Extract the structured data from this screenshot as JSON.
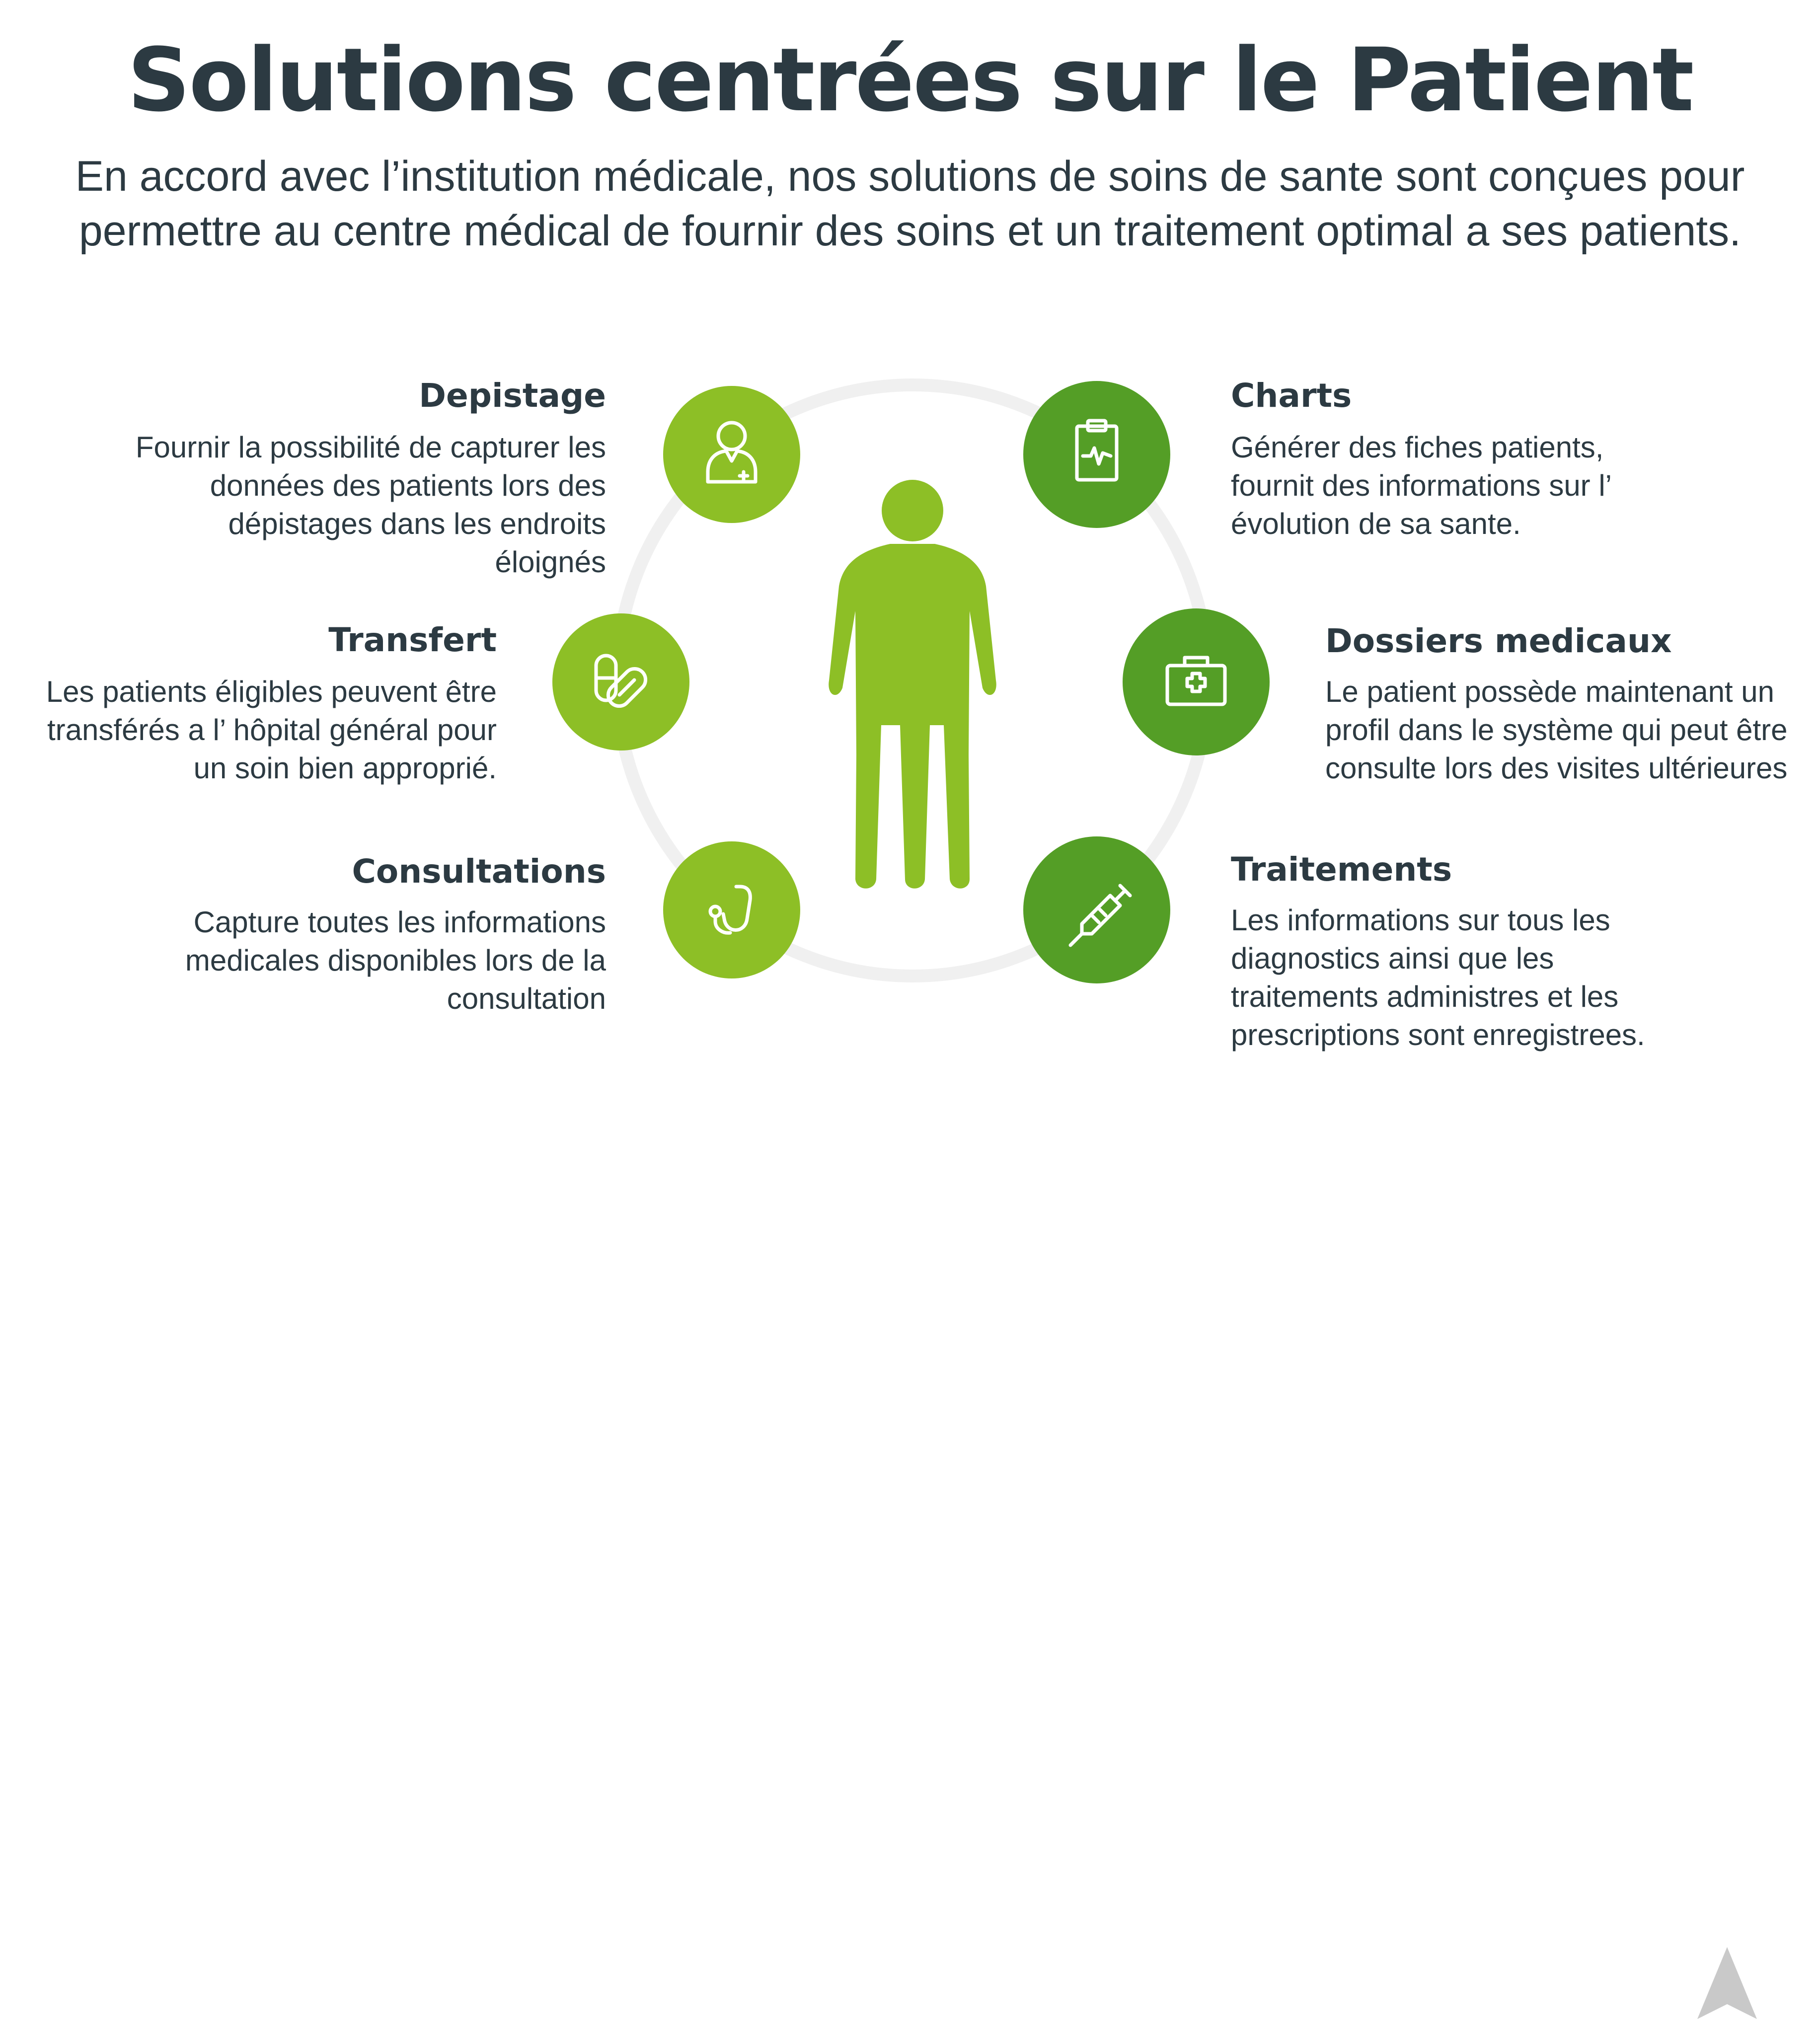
{
  "title": "Solutions centrées sur le Patient",
  "subtitle": "En accord avec l’institution médicale, nos solutions de soins de sante sont conçues pour permettre au centre médical de fournir des soins et un traitement optimal a ses patients.",
  "colors": {
    "text": "#2c3a42",
    "light_green": "#8dbf26",
    "dark_green": "#549e26",
    "ring": "#f0f0f0",
    "logo": "#c9c9c9"
  },
  "center_figure": {
    "icon": "person-silhouette-icon"
  },
  "items": [
    {
      "key": "depistage",
      "title": "Depistage",
      "description": "Fournir la possibilité de capturer les données des patients lors des dépistages dans les endroits éloignés",
      "icon": "doctor-user-icon",
      "tone": "light"
    },
    {
      "key": "charts",
      "title": "Charts",
      "description": "Générer des fiches patients, fournit des informations sur l’ évolution de sa sante.",
      "icon": "clipboard-heartbeat-icon",
      "tone": "dark"
    },
    {
      "key": "transfert",
      "title": "Transfert",
      "description": "Les patients éligibles peuvent être transférés a l’ hôpital général pour un soin bien approprié.",
      "icon": "pills-icon",
      "tone": "light"
    },
    {
      "key": "dossiers",
      "title": "Dossiers medicaux",
      "description": "Le patient possède maintenant un profil dans le système qui peut être consulte lors des visites ultérieures",
      "icon": "medical-case-icon",
      "tone": "dark"
    },
    {
      "key": "consultations",
      "title": "Consultations",
      "description": "Capture toutes les informations medicales disponibles lors de la consultation",
      "icon": "stethoscope-icon",
      "tone": "light"
    },
    {
      "key": "traitements",
      "title": "Traitements",
      "description": "Les informations sur tous les diagnostics ainsi que les traitements administres et les prescriptions sont enregistrees.",
      "icon": "syringe-icon",
      "tone": "dark"
    }
  ],
  "logo": {
    "icon": "arrow-logo-icon"
  }
}
